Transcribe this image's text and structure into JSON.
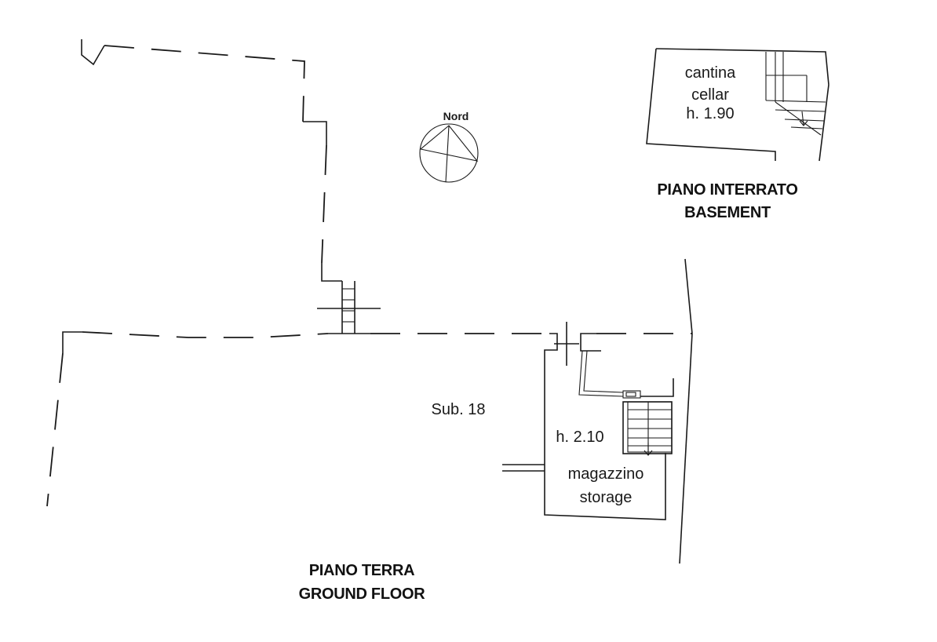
{
  "compass": {
    "label": "Nord"
  },
  "basement": {
    "room_name_it": "cantina",
    "room_name_en": "cellar",
    "height": "h. 1.90",
    "title_it": "PIANO INTERRATO",
    "title_en": "BASEMENT"
  },
  "ground_floor": {
    "unit_label": "Sub. 18",
    "height": "h. 2.10",
    "room_name_it": "magazzino",
    "room_name_en": "storage",
    "title_it": "PIANO TERRA",
    "title_en": "GROUND FLOOR"
  }
}
